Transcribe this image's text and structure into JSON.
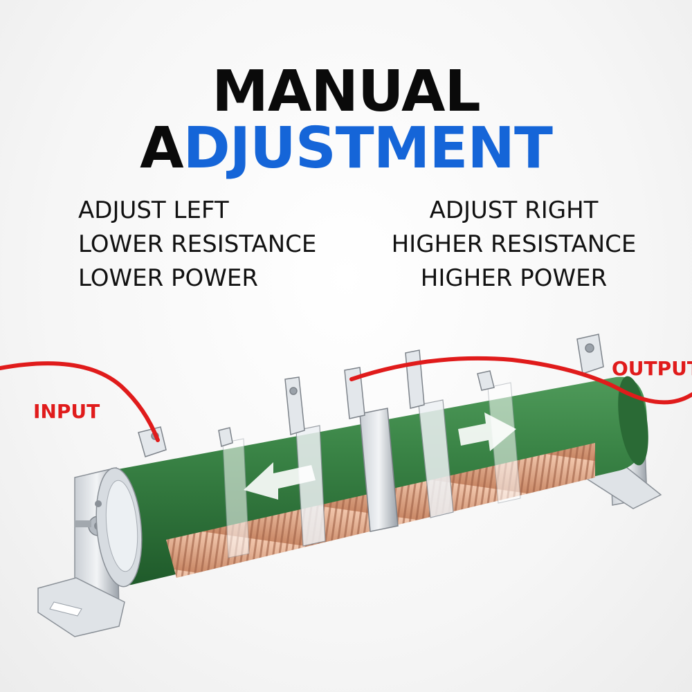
{
  "title": {
    "part1": "MANUAL A",
    "part2": "DJUSTMENT"
  },
  "left_text": [
    "ADJUST LEFT",
    "LOWER RESISTANCE",
    "LOWER POWER"
  ],
  "right_text": [
    "ADJUST RIGHT",
    "HIGHER RESISTANCE",
    "HIGHER POWER"
  ],
  "labels": {
    "input": "INPUT",
    "output": "OUTPUT"
  },
  "colors": {
    "title_dark": "#0a0a0a",
    "title_blue": "#1565d8",
    "wire_red": "#e01b1b",
    "resistor_green": "#2f7a3c"
  },
  "icons": [
    "left-arrow-icon",
    "right-arrow-icon"
  ]
}
